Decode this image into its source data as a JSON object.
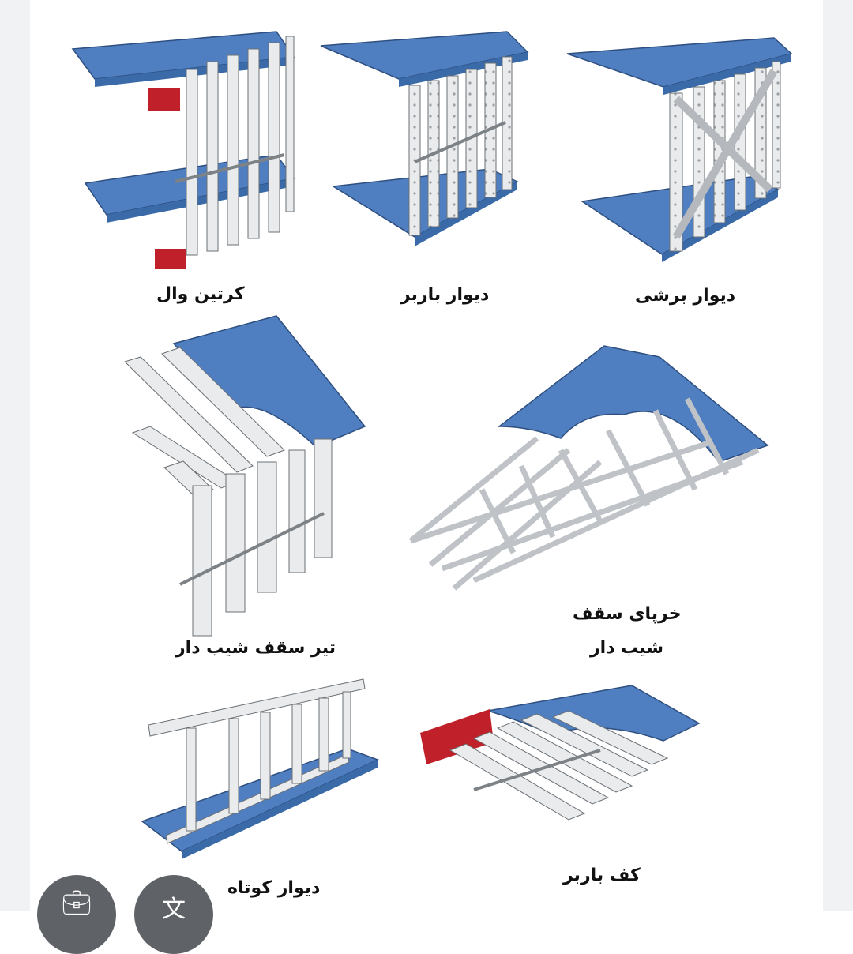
{
  "labels": {
    "curtain_wall": "کرتین وال",
    "load_bearing_wall": "دیوار باربر",
    "shear_wall": "دیوار برشی",
    "sloped_roof_beam": "تیر سقف شیب دار",
    "sloped_roof_truss_line1": "خرپای سقف",
    "sloped_roof_truss_line2": "شیب دار",
    "short_wall": "دیوار کوتاه",
    "load_bearing_floor": "کف باربر"
  },
  "colors": {
    "slab_blue": "#4f7fc0",
    "steel_white": "#e9ebed",
    "beam_red": "#c0202a",
    "fab_gray": "#5f6368"
  },
  "icons": {
    "fab_left": "briefcase-icon",
    "fab_right": "translate-icon"
  }
}
